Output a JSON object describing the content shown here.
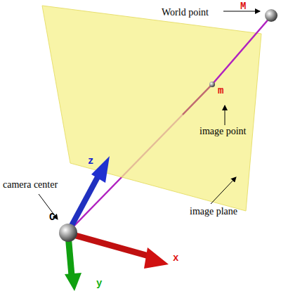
{
  "diagram": {
    "labels": [
      "World point",
      "M",
      "m",
      "image point",
      "camera center",
      "C",
      "z",
      "x",
      "y",
      "image plane"
    ]
  }
}
